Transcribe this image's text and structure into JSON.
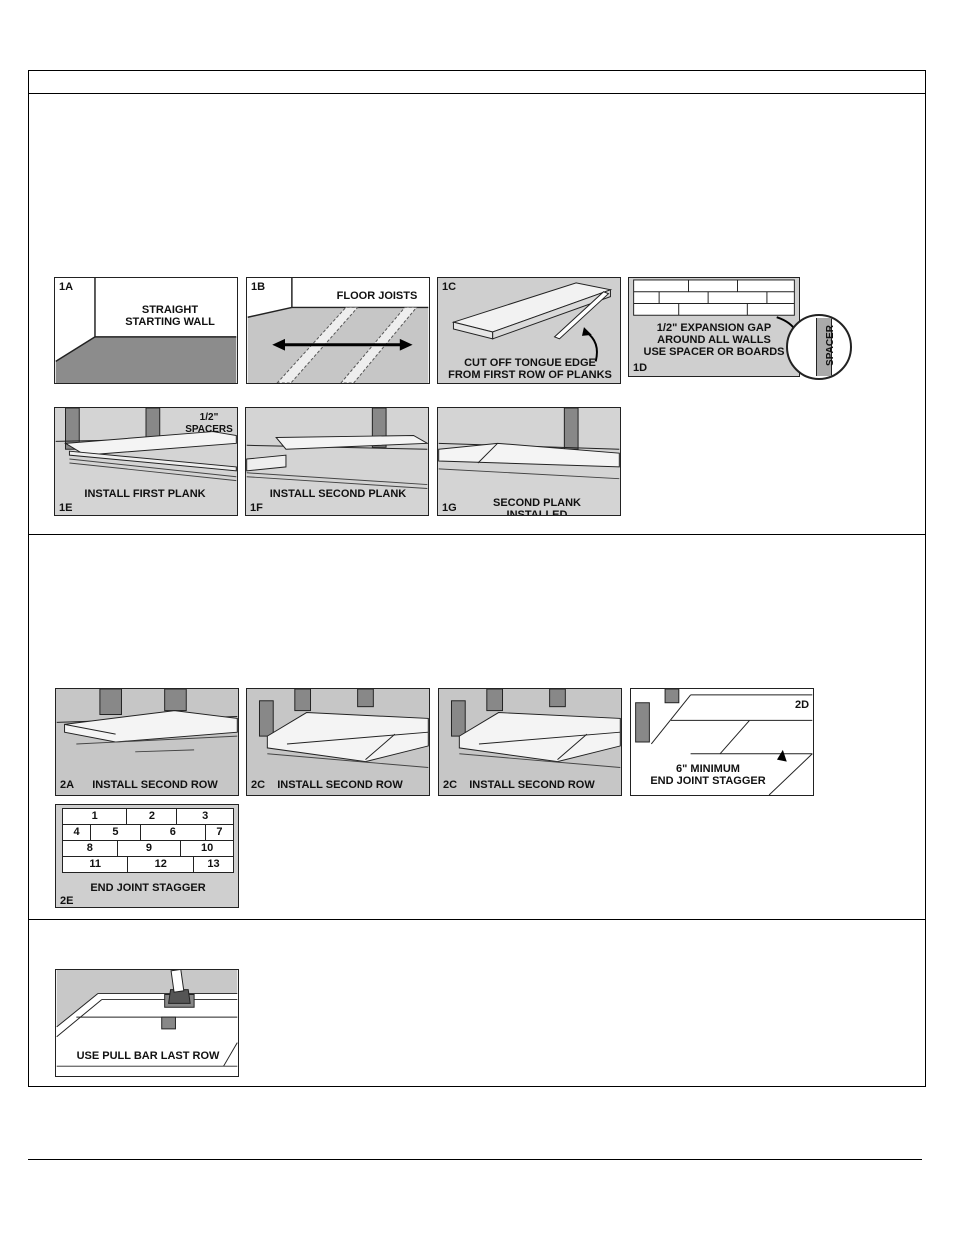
{
  "step1": {
    "p1A": {
      "tag": "1A",
      "caption": "STRAIGHT\nSTARTING WALL"
    },
    "p1B": {
      "tag": "1B",
      "caption": "FLOOR JOISTS"
    },
    "p1C": {
      "tag": "1C",
      "caption": "CUT OFF TONGUE EDGE\nFROM FIRST ROW OF PLANKS"
    },
    "p1D": {
      "tag": "1D",
      "caption": "1/2\" EXPANSION GAP\nAROUND ALL WALLS\nUSE SPACER OR BOARDS",
      "spacer": "SPACER"
    },
    "p1E": {
      "tag": "1E",
      "caption": "INSTALL FIRST PLANK",
      "note": "1/2\"\nSPACERS"
    },
    "p1F": {
      "tag": "1F",
      "caption": "INSTALL SECOND PLANK"
    },
    "p1G": {
      "tag": "1G",
      "caption": "SECOND PLANK INSTALLED"
    }
  },
  "step2": {
    "p2A": {
      "tag": "2A",
      "caption": "INSTALL SECOND ROW"
    },
    "p2C1": {
      "tag": "2C",
      "caption": "INSTALL SECOND ROW"
    },
    "p2C2": {
      "tag": "2C",
      "caption": "INSTALL SECOND ROW"
    },
    "p2D": {
      "tag": "2D",
      "caption": "6\" MINIMUM\nEND JOINT STAGGER"
    },
    "p2E": {
      "tag": "2E",
      "caption": "END JOINT STAGGER",
      "rows": [
        [
          "1",
          "2",
          "3"
        ],
        [
          "4",
          "5",
          "6",
          "7"
        ],
        [
          "8",
          "9",
          "10"
        ],
        [
          "11",
          "12",
          "13"
        ]
      ]
    }
  },
  "step3": {
    "p3": {
      "caption": "USE PULL BAR LAST ROW"
    }
  }
}
